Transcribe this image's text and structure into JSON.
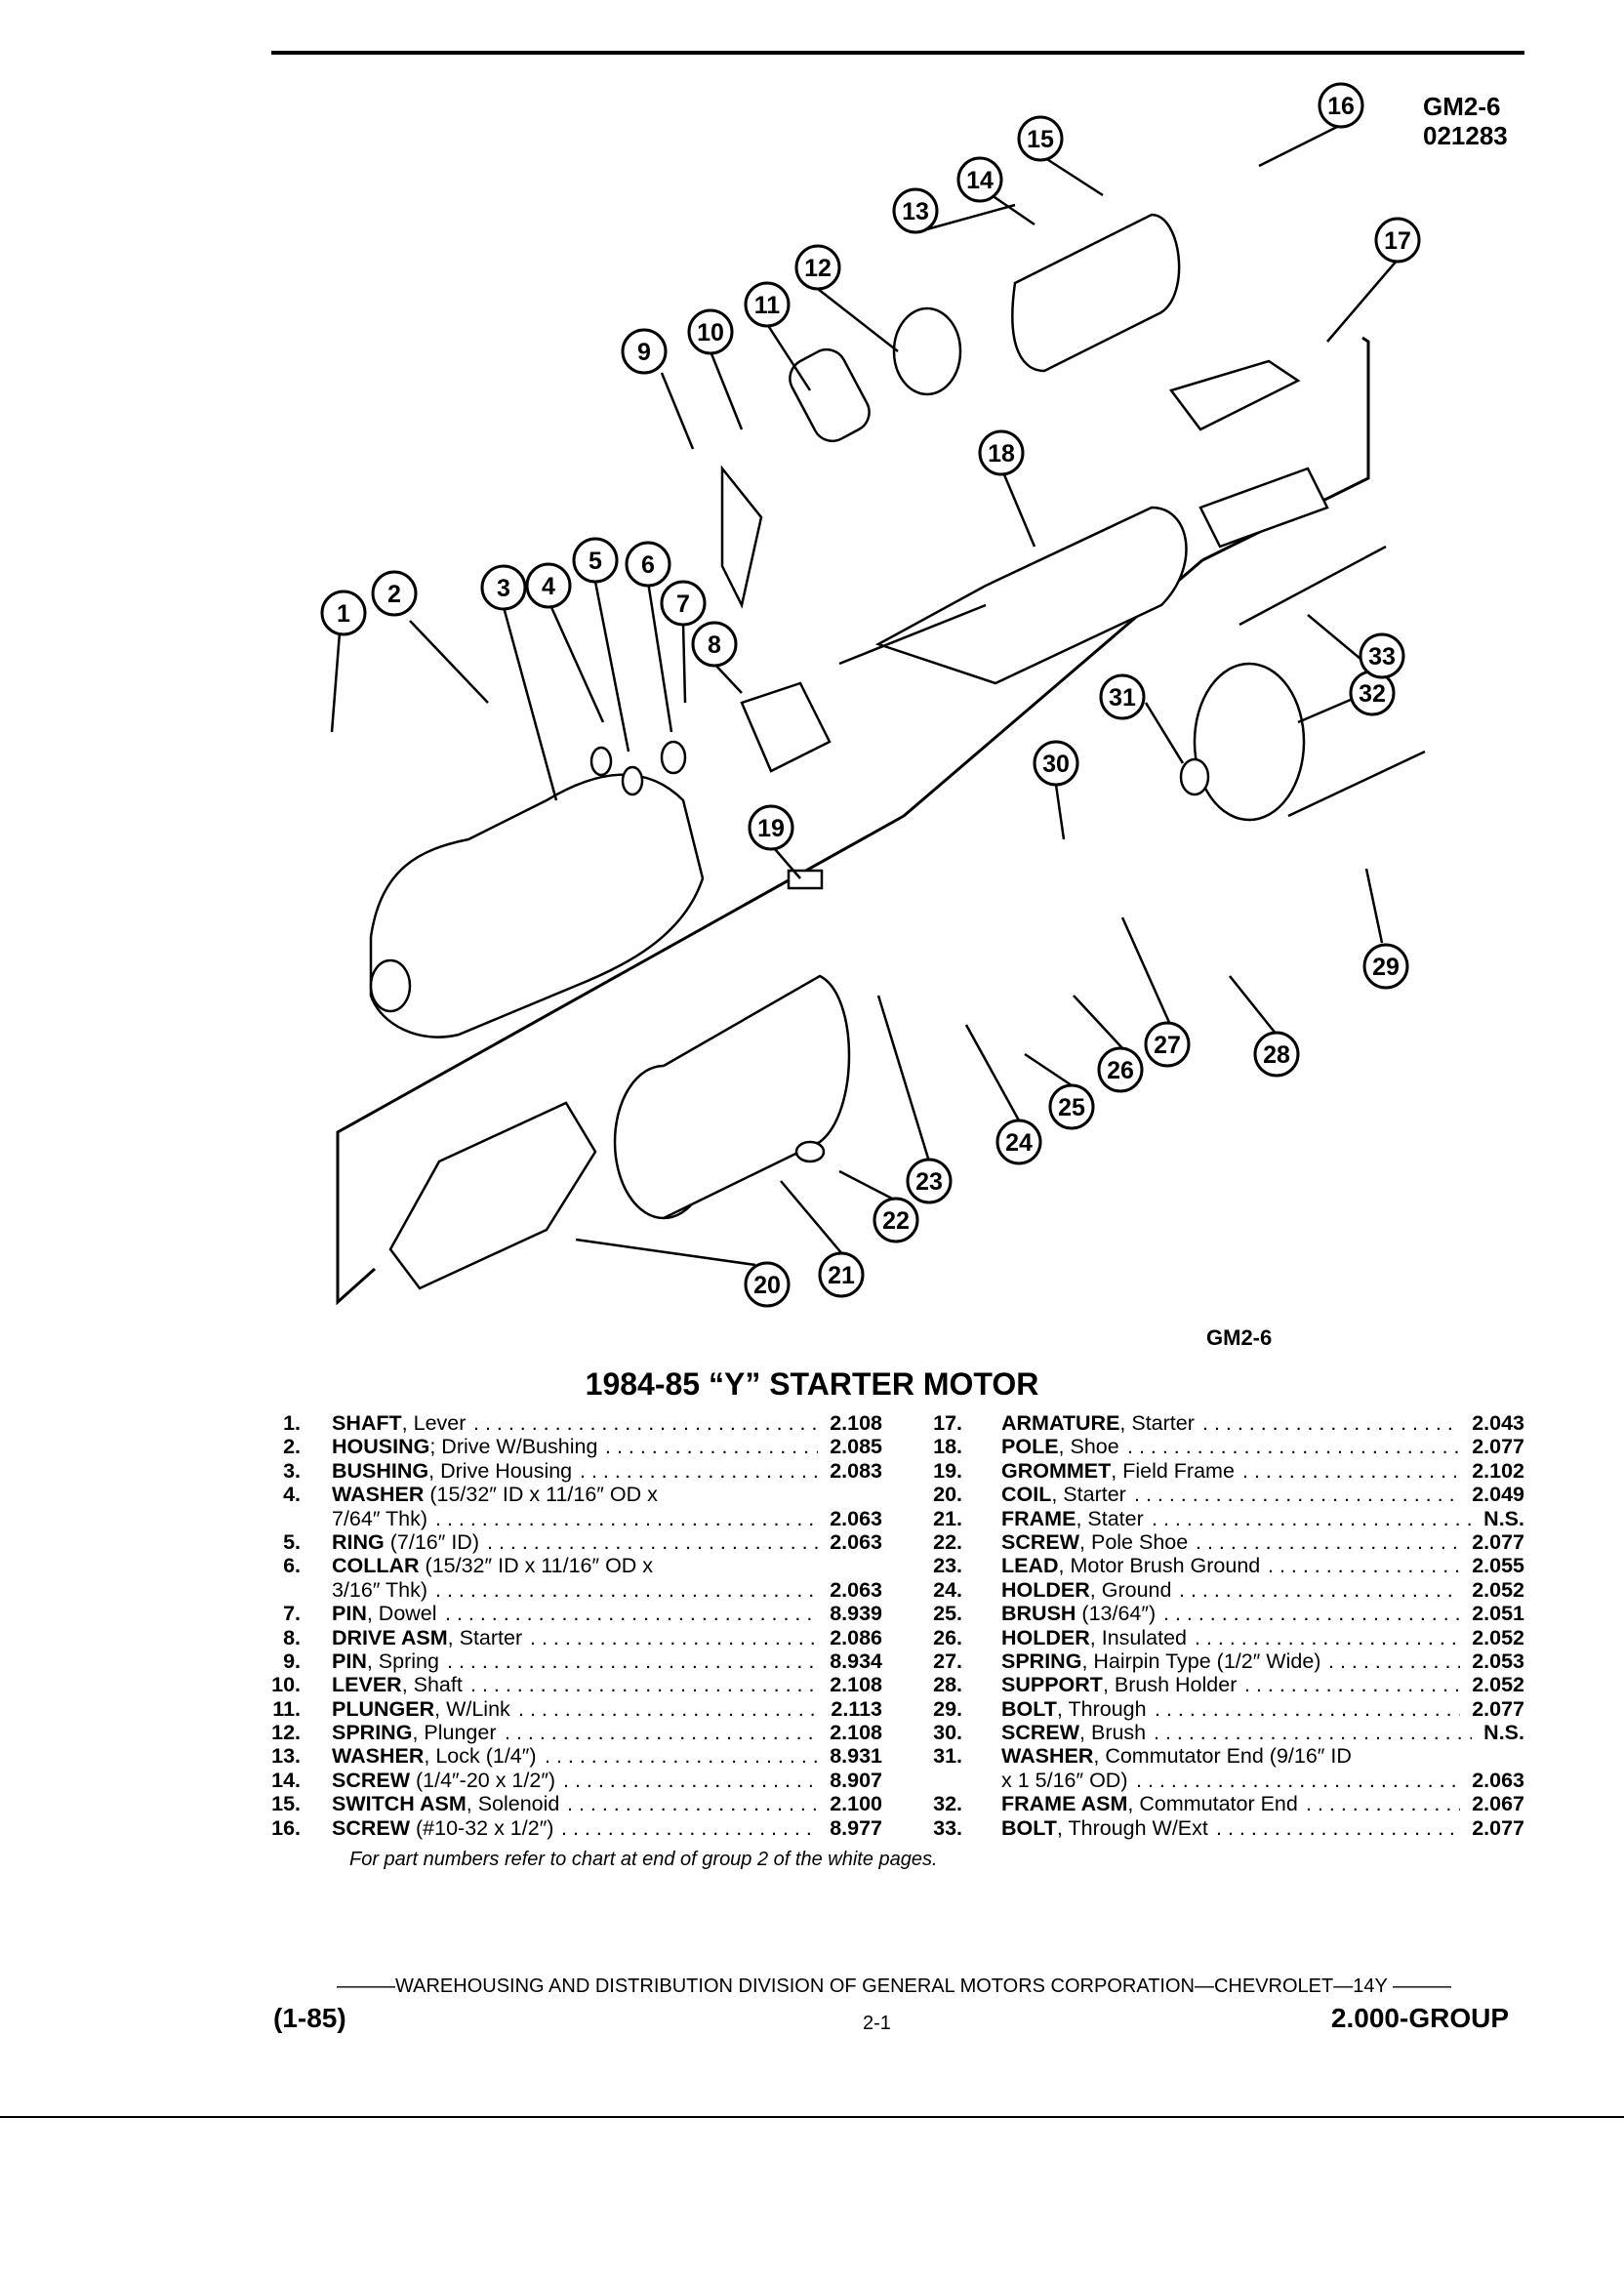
{
  "header": {
    "code": "GM2-6",
    "date_code": "021283"
  },
  "figure_label": "GM2-6",
  "callouts": [
    "1",
    "2",
    "3",
    "4",
    "5",
    "6",
    "7",
    "8",
    "9",
    "10",
    "11",
    "12",
    "13",
    "14",
    "15",
    "16",
    "17",
    "18",
    "19",
    "20",
    "21",
    "22",
    "23",
    "24",
    "25",
    "26",
    "27",
    "28",
    "29",
    "30",
    "31",
    "32",
    "33"
  ],
  "title": "1984-85 “Y” STARTER MOTOR",
  "parts_left": [
    {
      "num": "1.",
      "name": "SHAFT",
      "desc": ", Lever",
      "value": "2.108"
    },
    {
      "num": "2.",
      "name": "HOUSING",
      "desc": "; Drive W/Bushing",
      "value": "2.085"
    },
    {
      "num": "3.",
      "name": "BUSHING",
      "desc": ", Drive Housing",
      "value": "2.083"
    },
    {
      "num": "4.",
      "name": "WASHER",
      "desc": " (15/32″ ID x 11/16″ OD x",
      "value": ""
    },
    {
      "num": "",
      "name": "",
      "desc": "7/64″ Thk)",
      "value": "2.063"
    },
    {
      "num": "5.",
      "name": "RING",
      "desc": " (7/16″ ID)",
      "value": "2.063"
    },
    {
      "num": "6.",
      "name": "COLLAR",
      "desc": " (15/32″ ID x 11/16″ OD x",
      "value": ""
    },
    {
      "num": "",
      "name": "",
      "desc": "3/16″ Thk)",
      "value": "2.063"
    },
    {
      "num": "7.",
      "name": "PIN",
      "desc": ", Dowel",
      "value": "8.939"
    },
    {
      "num": "8.",
      "name": "DRIVE ASM",
      "desc": ", Starter",
      "value": "2.086"
    },
    {
      "num": "9.",
      "name": "PIN",
      "desc": ", Spring",
      "value": "8.934"
    },
    {
      "num": "10.",
      "name": "LEVER",
      "desc": ", Shaft",
      "value": "2.108"
    },
    {
      "num": "11.",
      "name": "PLUNGER",
      "desc": ", W/Link",
      "value": "2.113"
    },
    {
      "num": "12.",
      "name": "SPRING",
      "desc": ", Plunger",
      "value": "2.108"
    },
    {
      "num": "13.",
      "name": "WASHER",
      "desc": ", Lock (1/4″)",
      "value": "8.931"
    },
    {
      "num": "14.",
      "name": "SCREW",
      "desc": " (1/4″-20 x 1/2″)",
      "value": "8.907"
    },
    {
      "num": "15.",
      "name": "SWITCH ASM",
      "desc": ", Solenoid",
      "value": "2.100"
    },
    {
      "num": "16.",
      "name": "SCREW",
      "desc": " (#10-32 x 1/2″)",
      "value": "8.977"
    }
  ],
  "parts_right": [
    {
      "num": "17.",
      "name": "ARMATURE",
      "desc": ", Starter",
      "value": "2.043"
    },
    {
      "num": "18.",
      "name": "POLE",
      "desc": ", Shoe",
      "value": "2.077"
    },
    {
      "num": "19.",
      "name": "GROMMET",
      "desc": ", Field Frame",
      "value": "2.102"
    },
    {
      "num": "20.",
      "name": "COIL",
      "desc": ", Starter",
      "value": "2.049"
    },
    {
      "num": "21.",
      "name": "FRAME",
      "desc": ", Stater",
      "value": "N.S."
    },
    {
      "num": "22.",
      "name": "SCREW",
      "desc": ", Pole Shoe",
      "value": "2.077"
    },
    {
      "num": "23.",
      "name": "LEAD",
      "desc": ", Motor Brush Ground",
      "value": "2.055"
    },
    {
      "num": "24.",
      "name": "HOLDER",
      "desc": ", Ground",
      "value": "2.052"
    },
    {
      "num": "25.",
      "name": "BRUSH",
      "desc": " (13/64″)",
      "value": "2.051"
    },
    {
      "num": "26.",
      "name": "HOLDER",
      "desc": ", Insulated",
      "value": "2.052"
    },
    {
      "num": "27.",
      "name": "SPRING",
      "desc": ", Hairpin Type (1/2″ Wide)",
      "value": "2.053"
    },
    {
      "num": "28.",
      "name": "SUPPORT",
      "desc": ", Brush Holder",
      "value": "2.052"
    },
    {
      "num": "29.",
      "name": "BOLT",
      "desc": ", Through",
      "value": "2.077"
    },
    {
      "num": "30.",
      "name": "SCREW",
      "desc": ", Brush",
      "value": "N.S."
    },
    {
      "num": "31.",
      "name": "WASHER",
      "desc": ", Commutator End (9/16″ ID",
      "value": ""
    },
    {
      "num": "",
      "name": "",
      "desc": "x 1 5/16″ OD)",
      "value": "2.063"
    },
    {
      "num": "32.",
      "name": "FRAME ASM",
      "desc": ", Commutator End",
      "value": "2.067"
    },
    {
      "num": "33.",
      "name": "BOLT",
      "desc": ", Through W/Ext",
      "value": "2.077"
    }
  ],
  "footnote": "For part numbers refer to chart at end of group 2 of the white pages.",
  "footer": {
    "division": "———WAREHOUSING AND DISTRIBUTION DIVISION OF GENERAL MOTORS CORPORATION—CHEVROLET—14Y ———",
    "date": "(1-85)",
    "page": "2-1",
    "group": "2.000-GROUP"
  }
}
